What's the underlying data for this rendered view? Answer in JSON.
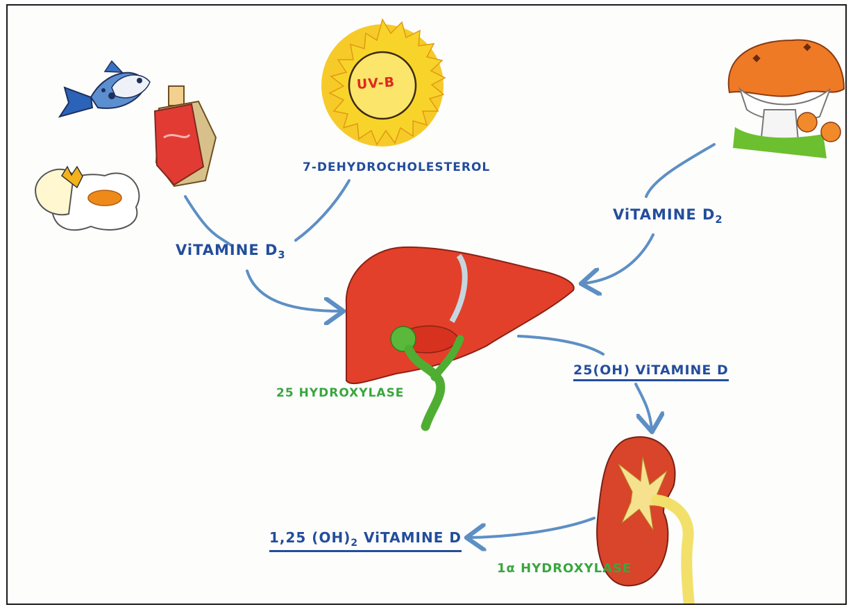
{
  "labels": {
    "uvb": "UV-B",
    "dehydro": "7-DEHYDROCHOLESTEROL",
    "vitd3": "ViTAMINE D",
    "vitd3_sub": "3",
    "vitd2": "ViTAMINE D",
    "vitd2_sub": "2",
    "hydroxylase25": "25 HYDROXYLASE",
    "oh25": "25(OH) ViTAMINE D",
    "calcitriol_a": "1,25 (OH)",
    "calcitriol_sub": "2",
    "calcitriol_b": " ViTAMINE D",
    "hydroxylase1a": "1α HYDROXYLASE"
  },
  "colors": {
    "text_blue": "#234d9c",
    "text_green": "#3aa63e",
    "arrow_blue": "#5d8fc4",
    "liver_red": "#e2402a",
    "gallbladder_green": "#5ab83a",
    "sun_yellow": "#f7d31a",
    "uvb_red": "#e0281e"
  },
  "icons": [
    "fish-icon",
    "meat-icon",
    "egg-icon",
    "sun-icon",
    "mushroom-icon",
    "liver-icon",
    "kidney-icon"
  ]
}
